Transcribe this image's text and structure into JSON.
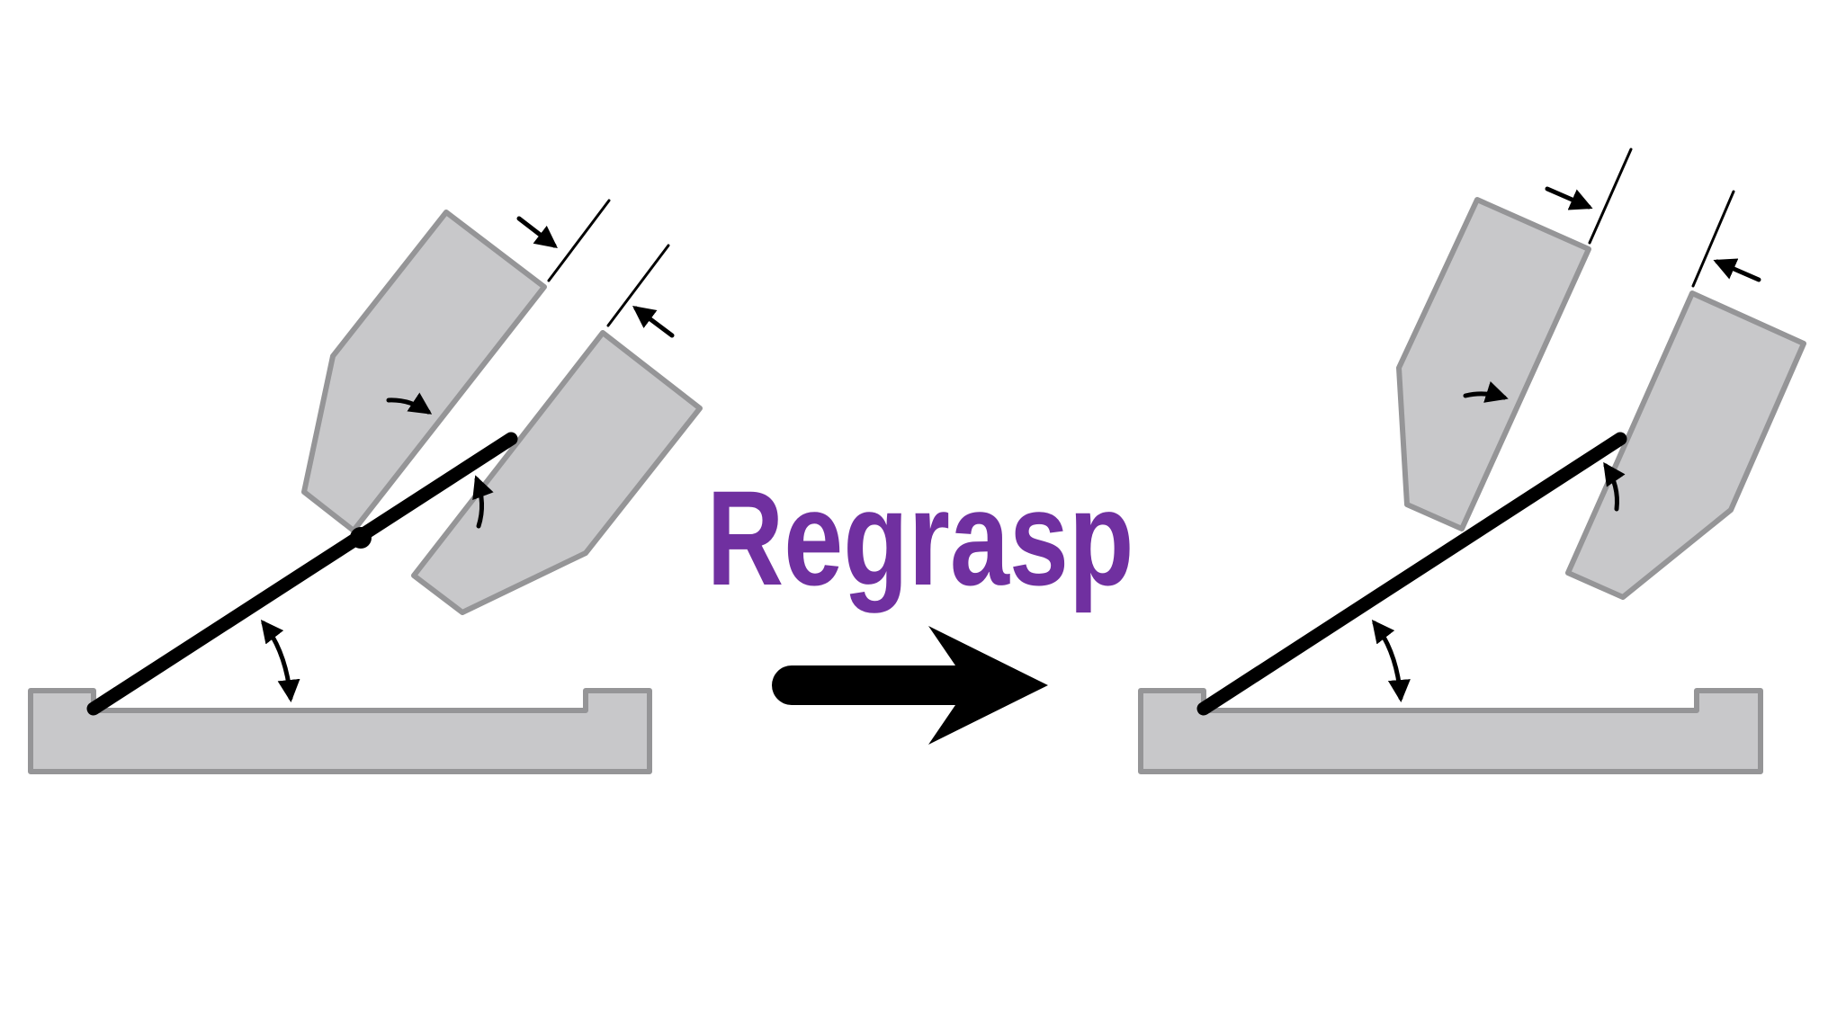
{
  "title": {
    "text": "Regrasp",
    "color": "#7030a0"
  },
  "colors": {
    "part_fill": "#c8c8ca",
    "part_stroke": "#959597",
    "rod": "#000000",
    "arrow": "#000000"
  },
  "panels": [
    {
      "state": "before"
    },
    {
      "state": "after"
    }
  ]
}
